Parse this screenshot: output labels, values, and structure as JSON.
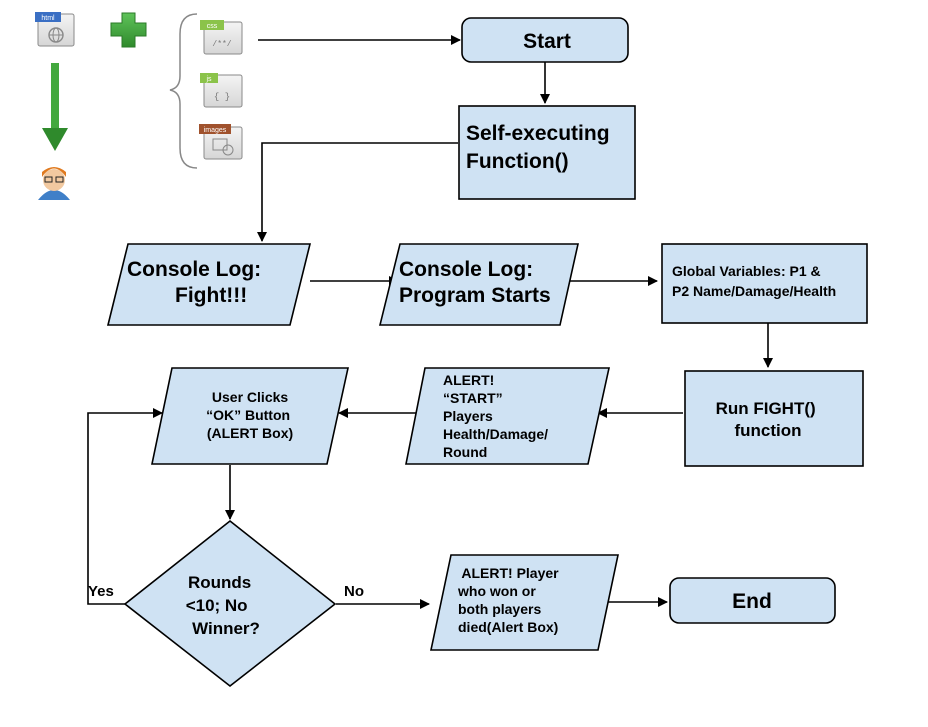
{
  "nodes": {
    "start": {
      "shape": "rounded-rect",
      "lines": [
        "Start"
      ]
    },
    "self_exec": {
      "shape": "rect",
      "lines": [
        "Self-executing",
        "Function()"
      ]
    },
    "log_fight": {
      "shape": "parallelogram",
      "lines": [
        "Console Log:",
        "Fight!!!"
      ]
    },
    "log_start": {
      "shape": "parallelogram",
      "lines": [
        "Console Log:",
        "Program Starts"
      ]
    },
    "globals": {
      "shape": "rect",
      "lines": [
        "Global Variables: P1 &",
        "P2 Name/Damage/Health"
      ]
    },
    "run_fight": {
      "shape": "rect",
      "lines": [
        "Run FIGHT()",
        "function"
      ]
    },
    "alert_start": {
      "shape": "parallelogram",
      "lines": [
        "ALERT!",
        "“START”",
        "Players",
        "Health/Damage/",
        "Round"
      ]
    },
    "user_clicks": {
      "shape": "parallelogram",
      "lines": [
        "User Clicks",
        "“OK” Button",
        "(ALERT Box)"
      ]
    },
    "decision": {
      "shape": "diamond",
      "lines": [
        "Rounds",
        "<10; No",
        "Winner?"
      ]
    },
    "alert_end": {
      "shape": "parallelogram",
      "lines": [
        " ALERT! Player",
        "who won or",
        "both players",
        "died(Alert Box)"
      ]
    },
    "end": {
      "shape": "rounded-rect",
      "lines": [
        "End"
      ]
    }
  },
  "edge_labels": {
    "yes": "Yes",
    "no": "No"
  },
  "icons": {
    "html_file": "html-file-icon",
    "plus": "green-plus-icon",
    "arrow_down": "green-arrow-down-icon",
    "user": "user-avatar-icon",
    "brace": "curly-brace-icon",
    "css_file": "css-file-icon",
    "js_file": "js-file-icon",
    "images_file": "images-file-icon"
  },
  "icon_tags": {
    "html": "html",
    "css": "css",
    "js": "js",
    "images": "images"
  },
  "icon_glyphs": {
    "css": "/**/",
    "js": "{ }"
  },
  "colors": {
    "box_fill": "#cfe2f3",
    "stroke": "#000000",
    "icon_green": "#3f9e3a"
  }
}
